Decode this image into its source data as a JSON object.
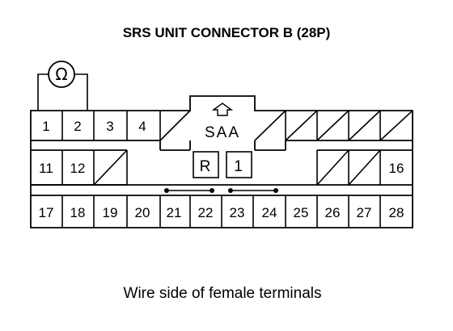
{
  "title": "SRS UNIT CONNECTOR B (28P)",
  "caption": "Wire side of female terminals",
  "meter_symbol": "Ω",
  "key_label": "SAA",
  "key_tabs": [
    "R",
    "1"
  ],
  "pins": {
    "row1": [
      "1",
      "2",
      "3",
      "4"
    ],
    "row2": [
      "11",
      "12",
      "16"
    ],
    "row3": [
      "17",
      "18",
      "19",
      "20",
      "21",
      "22",
      "23",
      "24",
      "25",
      "26",
      "27",
      "28"
    ]
  },
  "icons": {
    "meter": "ohmmeter-icon",
    "arrow": "up-arrow-icon",
    "jumper": "shorting-bar-icon"
  },
  "colors": {
    "line": "#000000",
    "background": "#ffffff"
  }
}
